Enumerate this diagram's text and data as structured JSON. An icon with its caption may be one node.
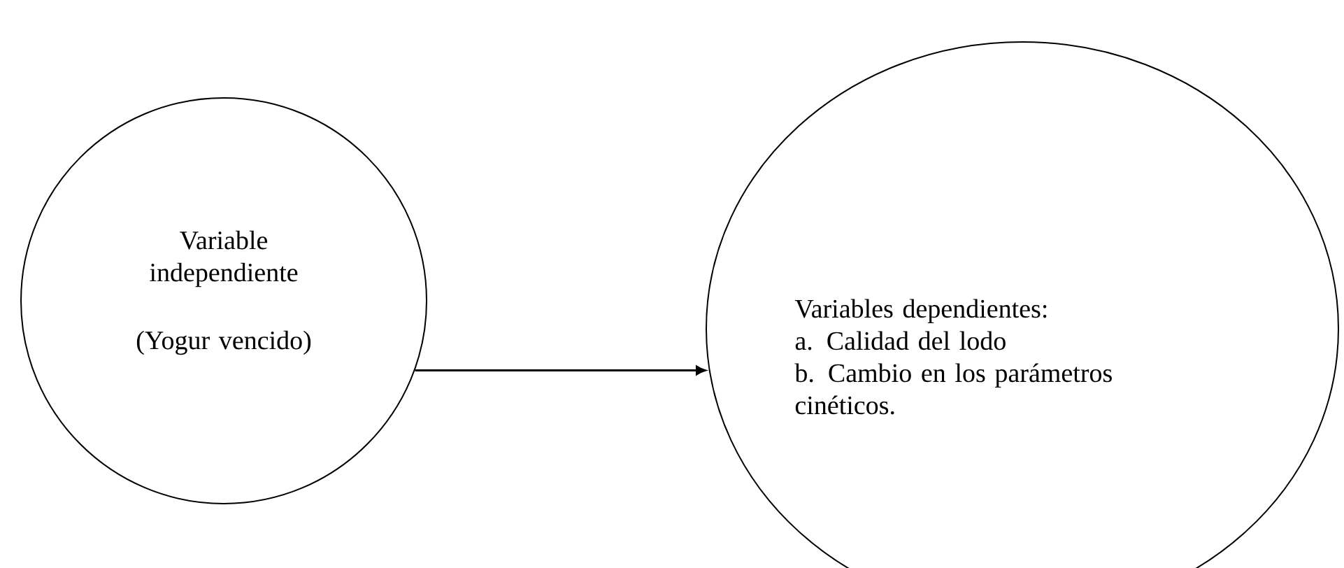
{
  "diagram": {
    "nodes": [
      {
        "text": [
          "Variable independiente",
          "(Yogur vencido)"
        ]
      },
      {
        "text": [
          "Variables dependientes:",
          "a. Calidad del lodo",
          "b. Cambio en los parámetros cinéticos."
        ]
      }
    ],
    "edges": [
      {
        "from": 0,
        "to": 1,
        "arrow": "to"
      }
    ]
  }
}
